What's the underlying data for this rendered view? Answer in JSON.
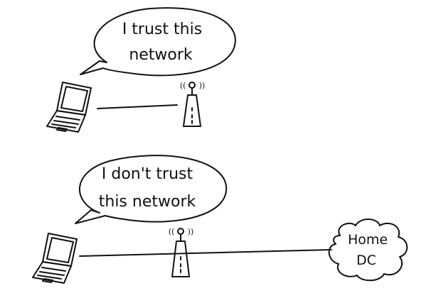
{
  "top_scene": {
    "bubble_line1": "I trust this",
    "bubble_line2": "network"
  },
  "bottom_scene": {
    "bubble_line1": "I don't trust",
    "bubble_line2": "this network",
    "cloud_line1": "Home",
    "cloud_line2": "DC"
  },
  "icons": {
    "laptop": "laptop-icon",
    "router": "wifi-router-icon",
    "cloud": "cloud-icon"
  }
}
